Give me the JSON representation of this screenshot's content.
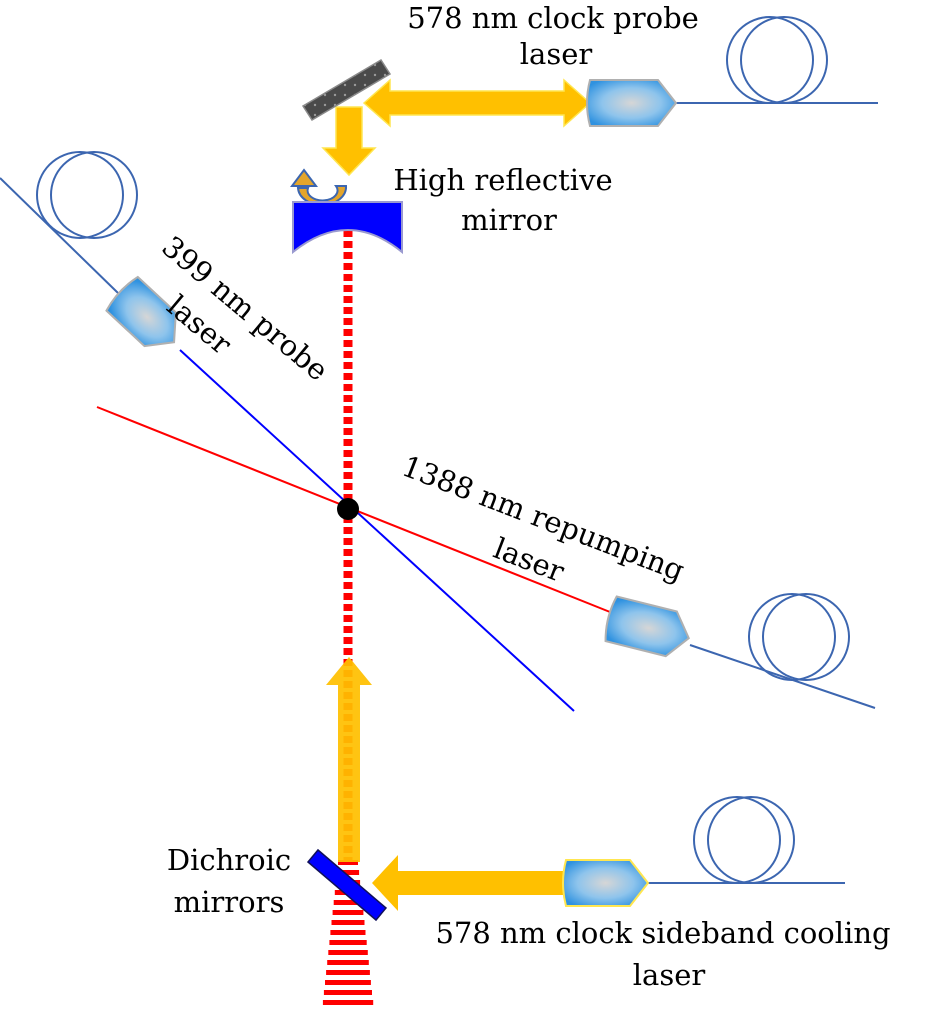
{
  "labels": {
    "clock_probe_line1": "578 nm clock probe",
    "clock_probe_line2": "laser",
    "mirror_line1": "High reflective",
    "mirror_line2": "mirror",
    "probe399_line1": "399 nm probe",
    "probe399_line2": "laser",
    "repump_line1": "1388 nm repumping",
    "repump_line2": "laser",
    "dichroic_line1": "Dichroic",
    "dichroic_line2": "mirrors",
    "cooling_line1": "578 nm clock sideband cooling",
    "cooling_line2": "laser"
  },
  "colors": {
    "beam_yellow": "#ffc000",
    "cavity_red": "#ff0000",
    "blue_laser": "#0000ff",
    "red_laser": "#ff0000",
    "fiber": "#3c66b0",
    "mirror_blue": "#0000ff",
    "collimator_fill": "#5aaee8"
  }
}
